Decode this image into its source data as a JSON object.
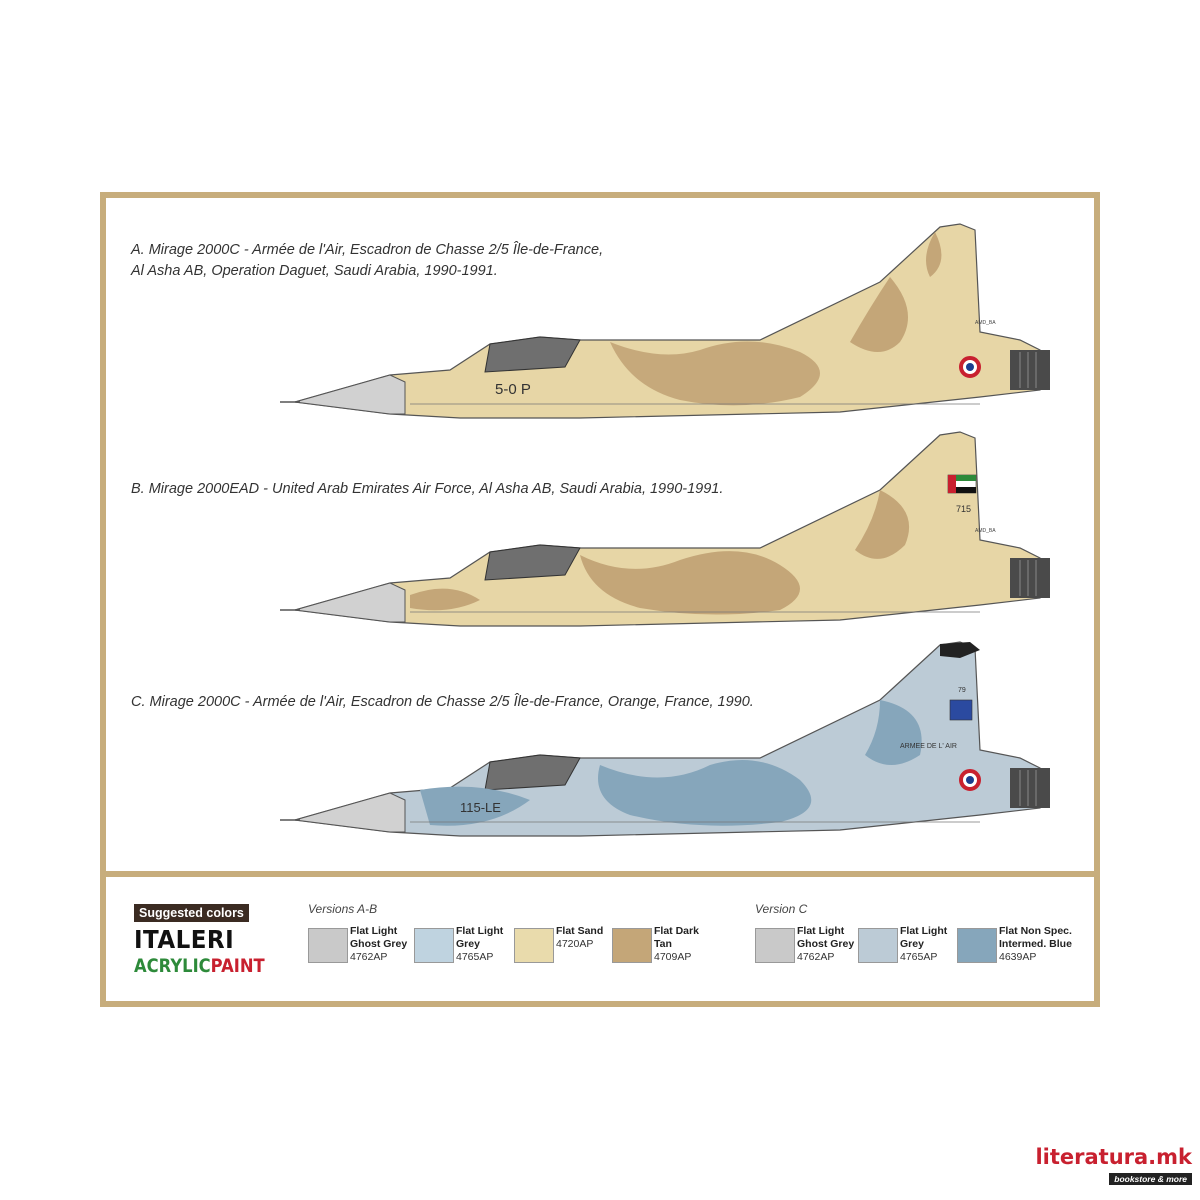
{
  "versions": [
    {
      "caption_line1": "A. Mirage 2000C - Armée de l'Air, Escadron de Chasse 2/5 Île-de-France,",
      "caption_line2": "Al Asha AB, Operation Daguet, Saudi Arabia, 1990-1991.",
      "code": "5-0 P",
      "tail_number": "",
      "fin_text": "AMD_BA",
      "scheme": "desert"
    },
    {
      "caption_line1": "B. Mirage 2000EAD - United Arab Emirates Air Force, Al Asha AB, Saudi Arabia, 1990-1991.",
      "caption_line2": "",
      "code": "",
      "tail_number": "715",
      "fin_text": "AMD_BA",
      "scheme": "desert"
    },
    {
      "caption_line1": "C. Mirage 2000C -  Armée de l'Air, Escadron de Chasse 2/5 Île-de-France, Orange, France, 1990.",
      "caption_line2": "",
      "code": "115-LE",
      "tail_number": "79",
      "fin_text": "ARMEE DE L' AIR",
      "scheme": "blue"
    }
  ],
  "legend": {
    "suggested_label": "Suggested colors",
    "brand_line1": "ITALERI",
    "brand_acrylic": "ACRYLIC",
    "brand_paint": "PAINT",
    "groups": [
      {
        "label": "Versions A-B",
        "colors": [
          {
            "name1": "Flat Light",
            "name2": "Ghost Grey",
            "code": "4762AP",
            "hex": "#c9c9c9"
          },
          {
            "name1": "Flat Light",
            "name2": "Grey",
            "code": "4765AP",
            "hex": "#bfd3e0"
          },
          {
            "name1": "Flat Sand",
            "name2": "",
            "code": "4720AP",
            "hex": "#e9dbac"
          },
          {
            "name1": "Flat Dark",
            "name2": "Tan",
            "code": "4709AP",
            "hex": "#c4a678"
          }
        ]
      },
      {
        "label": "Version C",
        "colors": [
          {
            "name1": "Flat Light",
            "name2": "Ghost Grey",
            "code": "4762AP",
            "hex": "#c9c9c9"
          },
          {
            "name1": "Flat Light",
            "name2": "Grey",
            "code": "4765AP",
            "hex": "#bccbd6"
          },
          {
            "name1": "Flat Non Spec.",
            "name2": "Intermed. Blue",
            "code": "4639AP",
            "hex": "#86a6bb"
          }
        ]
      }
    ]
  },
  "watermark": {
    "main": "literatura.mk",
    "sub": "bookstore & more"
  }
}
